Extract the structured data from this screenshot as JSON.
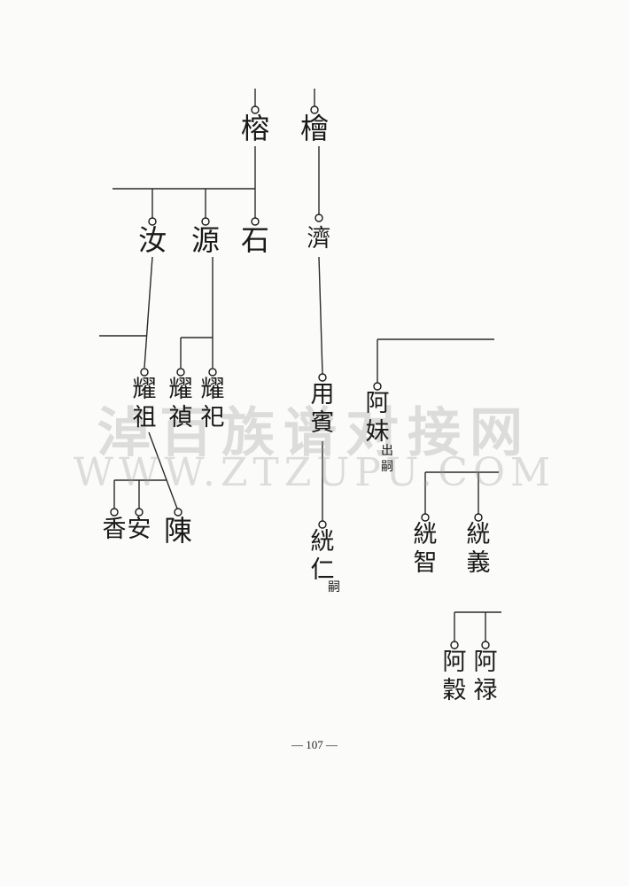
{
  "watermark": {
    "line1": "淖百族谱对接网",
    "line2": "WWW.ZTZUPU.COM"
  },
  "page_number": "— 107 —",
  "names": {
    "rong": "榕",
    "kuai": "檜",
    "ru": "汝",
    "yuan": "源",
    "shi": "石",
    "ji": "濟",
    "yaozu": "耀\n祖",
    "yaozhen": "耀\n禎",
    "yaosi": "耀\n祀",
    "yongbin": "用\n賓",
    "amei": "阿\n妹",
    "xiang": "香",
    "an": "安",
    "chen": "陳",
    "tongren": "絖\n仁",
    "tongzhi": "絖\n智",
    "tongyi": "絖\n義",
    "ahu": "阿\n穀",
    "alu": "阿\n禄"
  },
  "notes": {
    "amei_note": "出\n嗣",
    "tongren_note": "嗣"
  }
}
